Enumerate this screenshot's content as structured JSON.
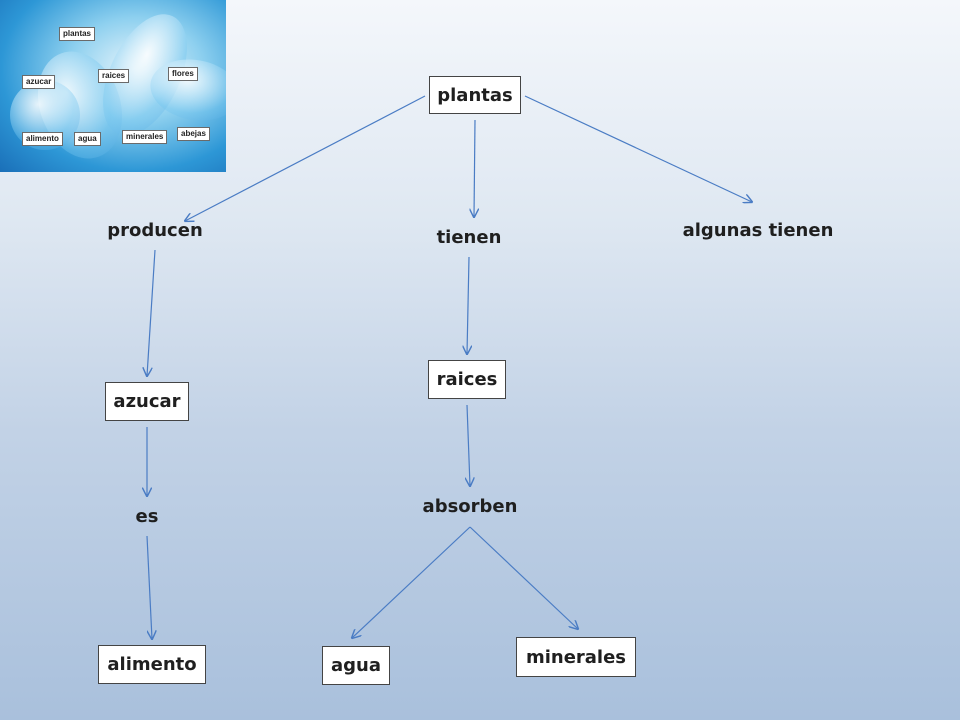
{
  "thumbnail": {
    "labels": [
      "plantas",
      "azucar",
      "raices",
      "flores",
      "alimento",
      "agua",
      "minerales",
      "abejas"
    ]
  },
  "diagram": {
    "nodes": {
      "plantas": "plantas",
      "producen": "producen",
      "tienen": "tienen",
      "algunas_tienen": "algunas tienen",
      "azucar": "azucar",
      "es": "es",
      "alimento": "alimento",
      "raices": "raices",
      "absorben": "absorben",
      "agua": "agua",
      "minerales": "minerales"
    },
    "edges": [
      [
        "plantas",
        "producen"
      ],
      [
        "plantas",
        "tienen"
      ],
      [
        "plantas",
        "algunas_tienen"
      ],
      [
        "producen",
        "azucar"
      ],
      [
        "azucar",
        "es"
      ],
      [
        "es",
        "alimento"
      ],
      [
        "tienen",
        "raices"
      ],
      [
        "raices",
        "absorben"
      ],
      [
        "absorben",
        "agua"
      ],
      [
        "absorben",
        "minerales"
      ]
    ],
    "line_color": "#4a7cc4"
  }
}
